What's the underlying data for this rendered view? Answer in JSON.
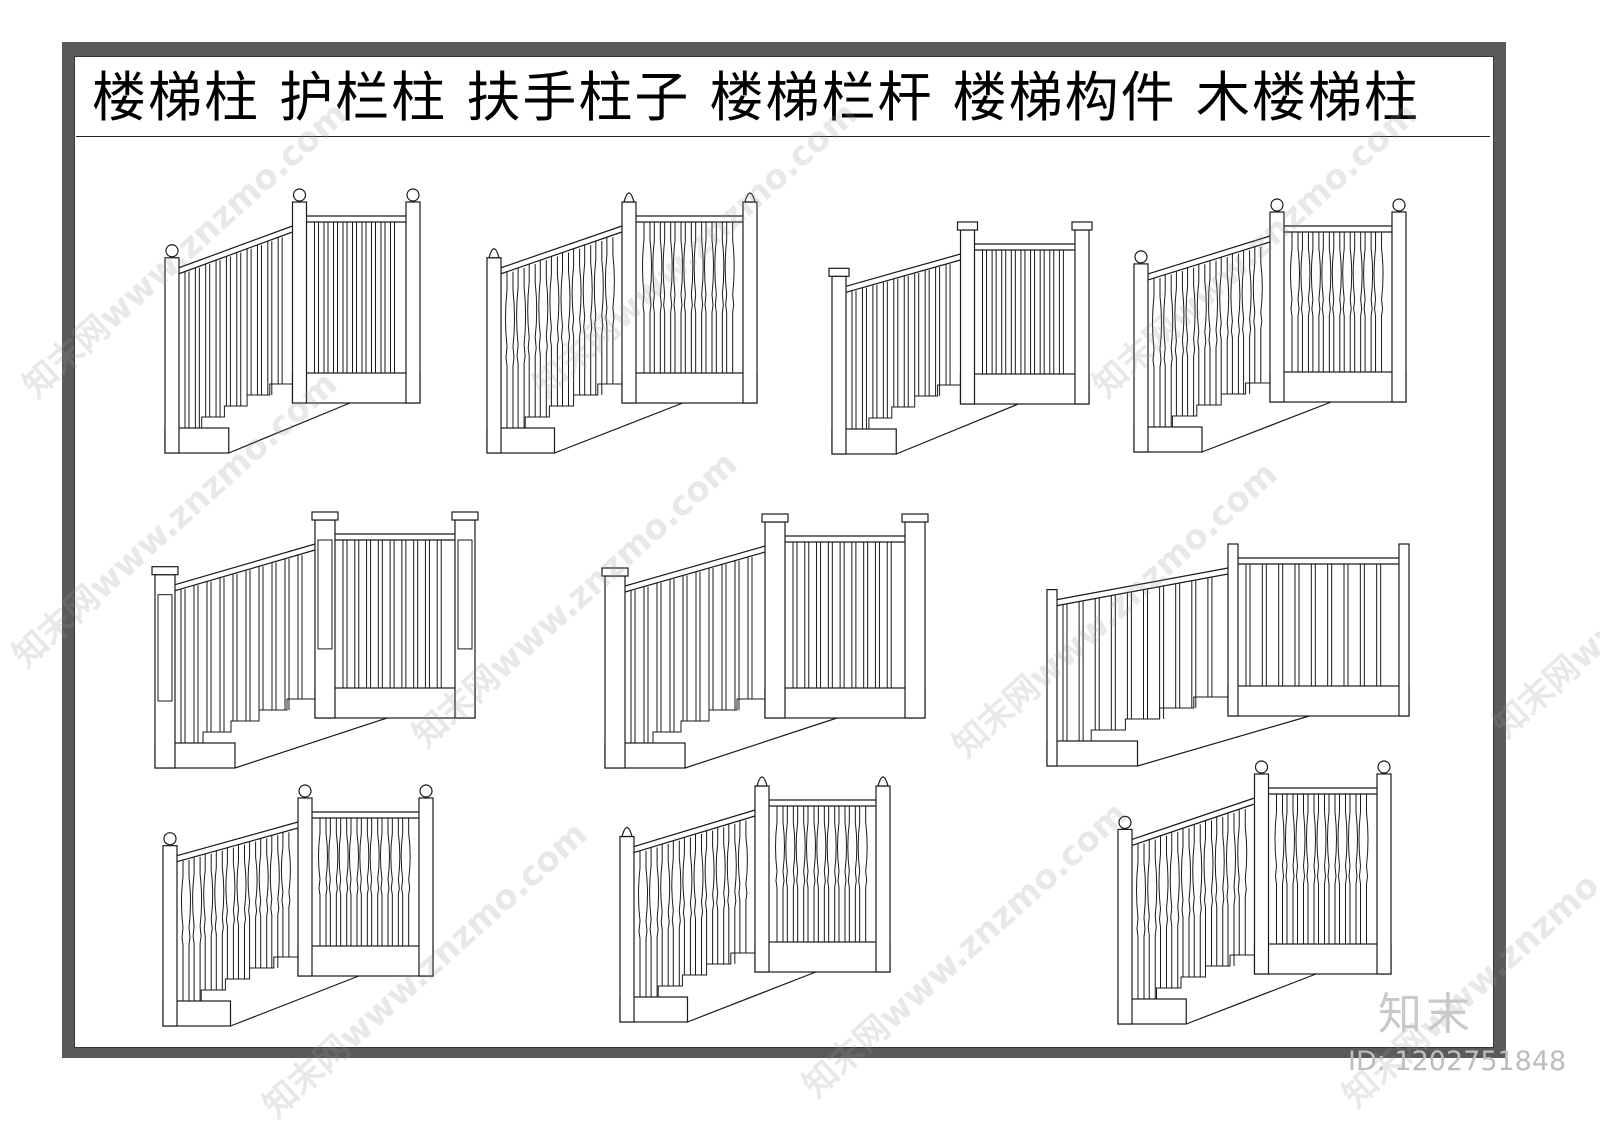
{
  "title": "楼梯柱  护栏柱  扶手柱子  楼梯栏杆  楼梯构件  木楼梯柱",
  "watermark": "知末网www.znzmo.com",
  "brand": "知末",
  "image_id": "ID: 1202751848",
  "colors": {
    "frame": "#5a5a5a",
    "line": "#1a1a1a",
    "background": "#ffffff"
  },
  "railings": [
    {
      "style": "ball-newel-square-spindles"
    },
    {
      "style": "urn-newel-turned-spindles"
    },
    {
      "style": "box-newel-square-spindles"
    },
    {
      "style": "ball-newel-ringed-spindles"
    },
    {
      "style": "paneled-box-newel-square-spindles"
    },
    {
      "style": "capped-box-newel-square-spindles"
    },
    {
      "style": "slim-square-newel-spindles"
    },
    {
      "style": "ball-newel-turned-spindles"
    },
    {
      "style": "acorn-newel-turned-spindles"
    },
    {
      "style": "ball-newel-baluster-spindles"
    }
  ]
}
